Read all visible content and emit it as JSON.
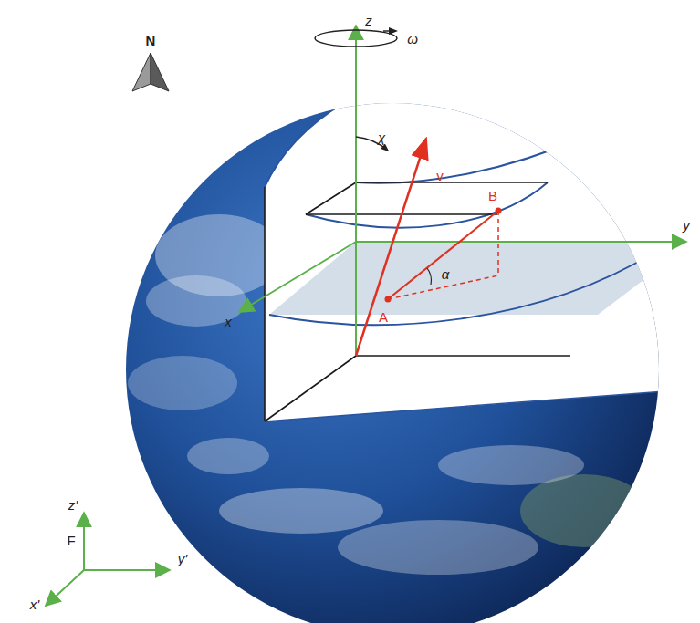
{
  "diagram": {
    "labels": [
      "N",
      "z",
      "ω",
      "χ",
      "v",
      "B",
      "y",
      "α",
      "x",
      "A",
      "z'",
      "F",
      "y'",
      "x'"
    ]
  }
}
